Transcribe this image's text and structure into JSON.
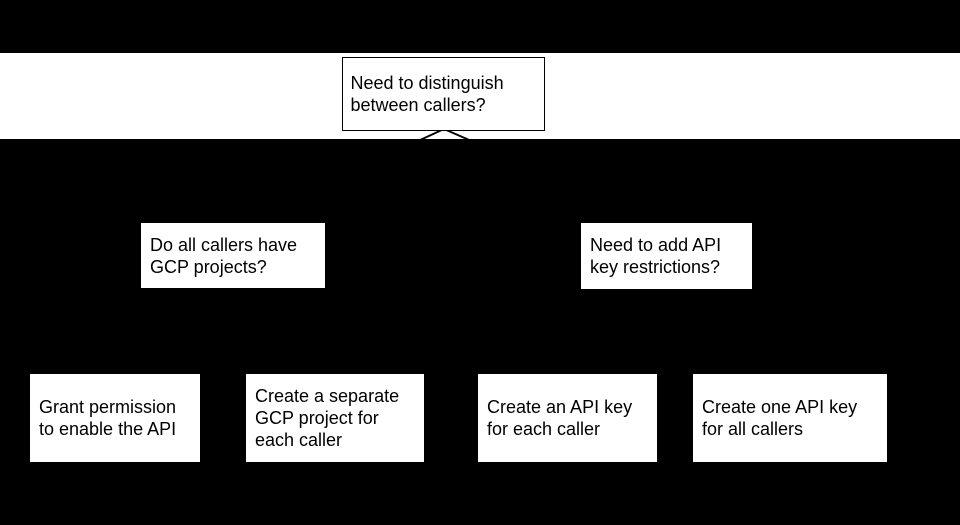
{
  "flowchart": {
    "root": {
      "label": "Need to distinguish between callers?"
    },
    "decisions": [
      {
        "label": "Do all callers have GCP projects?"
      },
      {
        "label": "Need to add API key restrictions?"
      }
    ],
    "outcomes": [
      {
        "label": "Grant permission to enable the API"
      },
      {
        "label": "Create a separate GCP project for each caller"
      },
      {
        "label": "Create an API key for each caller"
      },
      {
        "label": "Create one API key for all callers"
      }
    ],
    "colors": {
      "background": "#000000",
      "band": "#ffffff",
      "node_fill": "#ffffff",
      "node_border": "#000000",
      "text": "#000000",
      "connector": "#000000"
    }
  }
}
